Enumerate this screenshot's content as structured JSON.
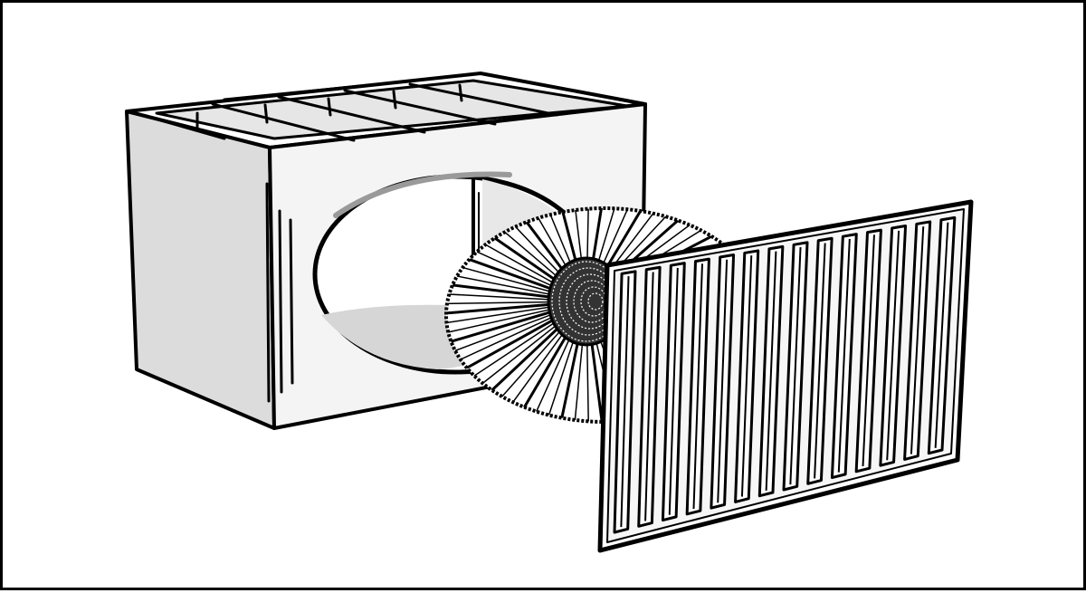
{
  "drawing": {
    "style": "black-and-white line art, exploded view",
    "colors": {
      "ink": "#000000",
      "shade": "#dcdcdc",
      "shade_dark": "#c4c4c4",
      "paper": "#ffffff"
    },
    "parts": [
      "housing-box",
      "fan-impeller",
      "louvered-grille"
    ],
    "grille_slat_count": 14,
    "impeller_blade_count": 72
  }
}
